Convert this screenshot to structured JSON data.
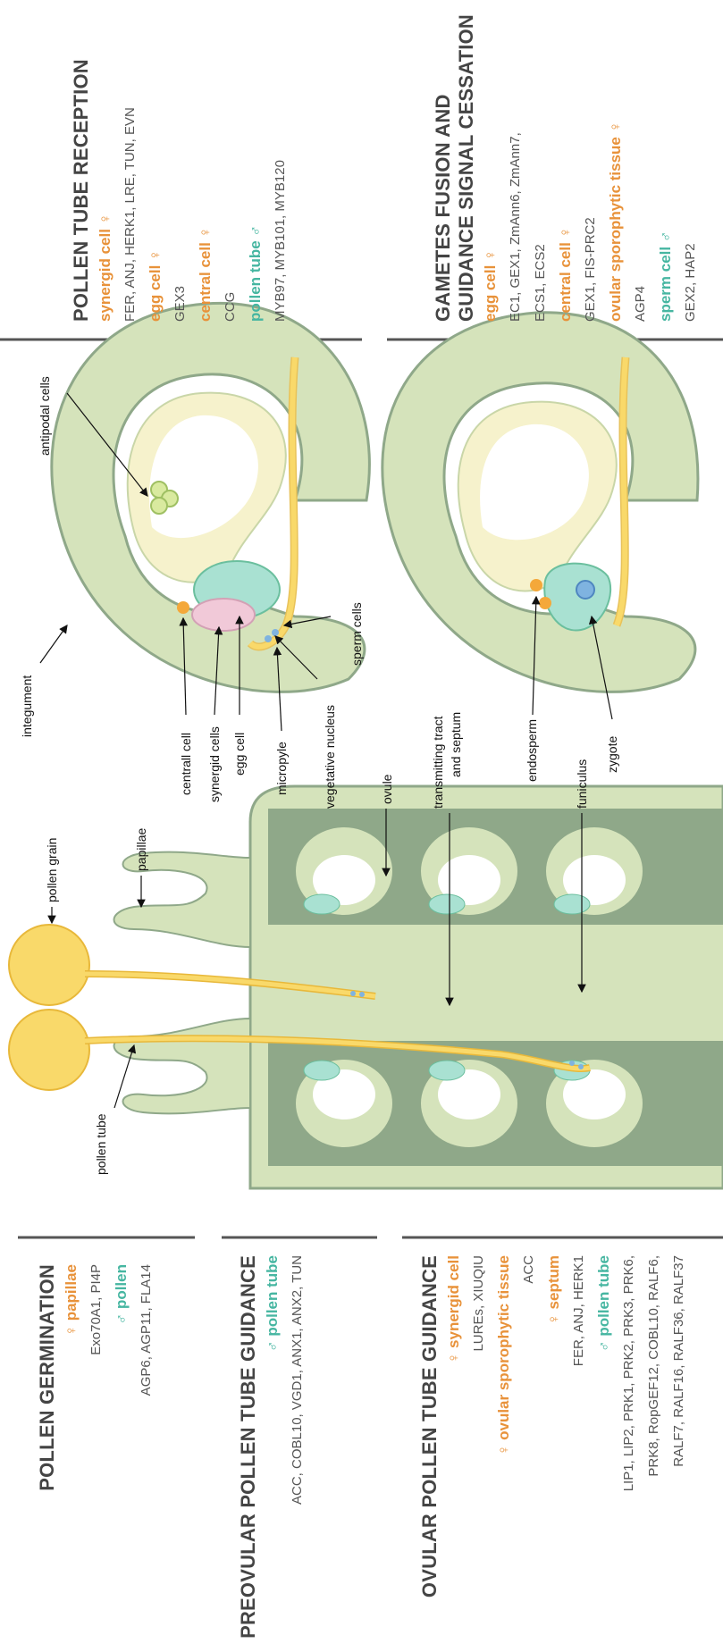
{
  "colors": {
    "female": "#e8923a",
    "male": "#46b6a1",
    "tissue": "#d5e3bb",
    "tissue_dark": "#8fa889",
    "pollen": "#f9d96a",
    "heading": "#444444"
  },
  "panels": {
    "reception": {
      "title": "POLLEN TUBE RECEPTION",
      "items": [
        {
          "role": "synergid cell ♀",
          "genes": "FER, ANJ, HERK1, LRE, TUN, EVN"
        },
        {
          "role": "egg cell ♀",
          "genes": "GEX3"
        },
        {
          "role": "central cell ♀",
          "genes": "CCG"
        },
        {
          "role": "pollen tube ♂",
          "genes": "MYB97, MYB101, MYB120"
        }
      ]
    },
    "fusion": {
      "title_line1": "GAMETES FUSION AND",
      "title_line2": "GUIDANCE SIGNAL CESSATION",
      "items": [
        {
          "role": "egg cell ♀",
          "genes_line1": "EC1, GEX1, ZmAnn6, ZmAnn7,",
          "genes_line2": "ECS1, ECS2"
        },
        {
          "role": "central cell ♀",
          "genes_line1": "GEX1, FIS-PRC2",
          "genes_line2": ""
        },
        {
          "role": "ovular sporophytic tissue ♀",
          "genes_line1": "AGP4",
          "genes_line2": ""
        },
        {
          "role": "sperm cell ♂",
          "genes_line1": "GEX2, HAP2",
          "genes_line2": ""
        }
      ]
    },
    "germination": {
      "title": "POLLEN GERMINATION",
      "items": [
        {
          "role": "♀ papillae",
          "genes": "Exo70A1, PI4P"
        },
        {
          "role": "♂ pollen",
          "genes": "AGP6, AGP11, FLA14"
        }
      ]
    },
    "preovular": {
      "title": "PREOVULAR POLLEN TUBE GUIDANCE",
      "items": [
        {
          "role": "♂ pollen tube",
          "genes": "ACC, COBL10, VGD1, ANX1, ANX2, TUN"
        }
      ]
    },
    "ovular": {
      "title": "OVULAR POLLEN TUBE GUIDANCE",
      "items": [
        {
          "role": "♀ synergid cell",
          "genes": [
            "LUREs, XIUQIU"
          ]
        },
        {
          "role": "♀ ovular sporophytic tissue",
          "genes": [
            "ACC"
          ]
        },
        {
          "role": "♀ septum",
          "genes": [
            "FER, ANJ, HERK1"
          ]
        },
        {
          "role": "♂ pollen tube",
          "genes": [
            "LIP1, LIP2, PRK1, PRK2, PRK3, PRK6,",
            "PRK8, RopGEF12, COBL10, RALF6,",
            "RALF7, RALF16, RALF36, RALF37"
          ]
        }
      ]
    }
  },
  "labels": {
    "antipodal": "antipodal cells",
    "integument": "integument",
    "central_cell": "centrall cell",
    "synergid": "synergid cells",
    "egg": "egg cell",
    "micropyle": "micropyle",
    "vegetative": "vegetative nucleus",
    "sperm": "sperm cells",
    "ovule": "ovule",
    "transmitting_1": "transmitting tract",
    "transmitting_2": "and septum",
    "endosperm": "endosperm",
    "funiculus": "funiculus",
    "zygote": "zygote",
    "pollen_grain": "pollen grain",
    "papillae": "papillae",
    "pollen_tube": "pollen tube"
  }
}
